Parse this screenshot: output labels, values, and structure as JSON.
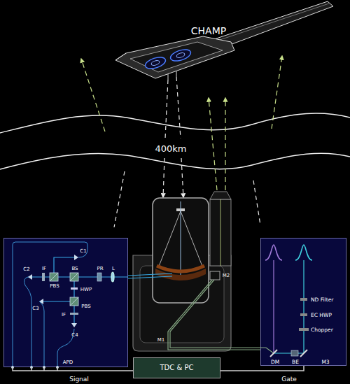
{
  "diagram": {
    "nodes": [
      {
        "text": [
          "C1",
          "C2",
          "IF",
          "BS",
          "PR",
          "L",
          "PBS",
          "HWP",
          "C3",
          "PBS",
          "IF",
          "C4",
          "APD"
        ]
      },
      {
        "text": [
          "ND Filter",
          "EC HWP",
          "Chopper",
          "DM",
          "BE",
          "M3"
        ]
      },
      {
        "text": [
          "TDC & PC"
        ]
      }
    ],
    "edges": [
      {
        "from": 0,
        "to": 2,
        "label": "Signal",
        "arrow": "none"
      },
      {
        "from": 2,
        "to": 1,
        "label": "Gate",
        "arrow": "none"
      }
    ],
    "labels": [
      "CHAMP",
      "400km",
      "M2",
      "M1"
    ]
  }
}
